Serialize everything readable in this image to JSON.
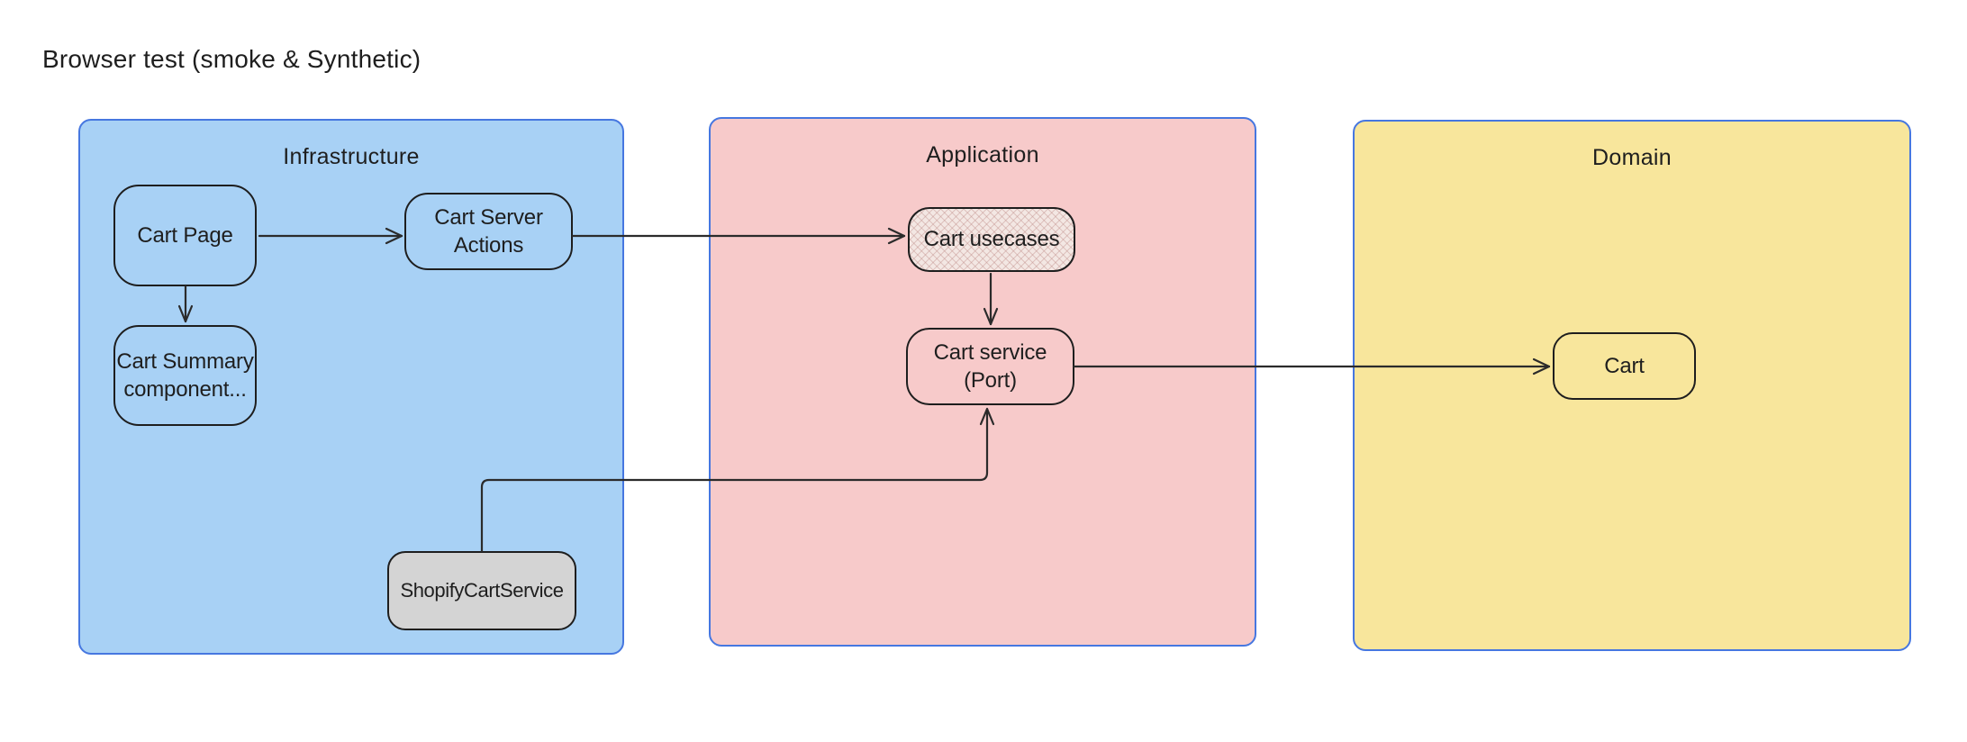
{
  "title": "Browser test (smoke & Synthetic)",
  "colors": {
    "canvas_bg": "#ffffff",
    "container_stroke": "#4677e0",
    "infrastructure_fill": "#a8d1f5",
    "application_fill": "#f7caca",
    "domain_fill": "#f8e69c",
    "node_stroke": "#1e1e1e",
    "arrow_stroke": "#2b2b2b",
    "shopify_fill": "#d4d4d4",
    "usecases_fill": "#f3e7e3"
  },
  "containers": {
    "infrastructure": {
      "label": "Infrastructure"
    },
    "application": {
      "label": "Application"
    },
    "domain": {
      "label": "Domain"
    }
  },
  "nodes": {
    "cart_page": {
      "label": "Cart Page"
    },
    "cart_server_actions": {
      "label": "Cart Server\nActions"
    },
    "cart_summary": {
      "label": "Cart Summary\ncomponent..."
    },
    "shopify_cart_service": {
      "label": "ShopifyCartService"
    },
    "cart_usecases": {
      "label": "Cart usecases"
    },
    "cart_service": {
      "label": "Cart service\n(Port)"
    },
    "cart": {
      "label": "Cart"
    }
  }
}
